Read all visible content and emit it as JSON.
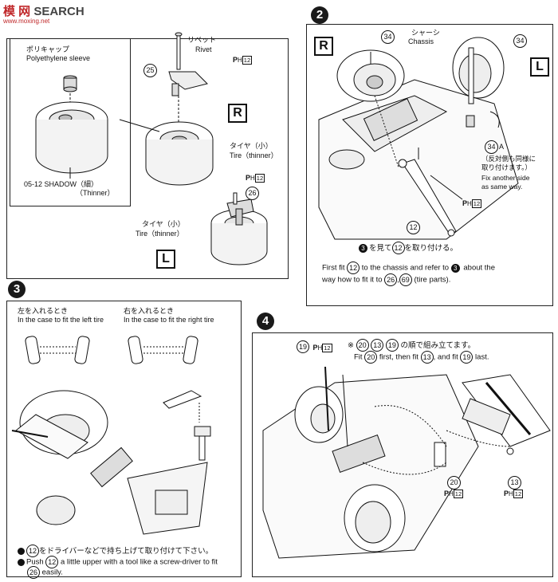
{
  "header": {
    "logo_left": "模 网",
    "logo_right": "SEARCH",
    "url": "www.moxing.net"
  },
  "panel1": {
    "sleeve_jp": "ポリキャップ",
    "sleeve_en": "Polyethylene sleeve",
    "rivet_jp": "リベット",
    "rivet_en": "Rivet",
    "part25": "25",
    "ph": "P",
    "ph_h": "H",
    "ph_num": "12",
    "side_r": "R",
    "tire_small_jp": "タイヤ（小）",
    "tire_thinner": "Tire（thinner）",
    "shadow_label": "05-12 SHADOW（細）",
    "thinner": "（Thinner）",
    "part26": "26",
    "side_l": "L"
  },
  "panel2": {
    "step": "2",
    "side_r": "R",
    "side_l": "L",
    "part34a": "34",
    "part34b": "34",
    "part34c": "34",
    "chassis_jp": "シャーシ",
    "chassis_en": "Chassis",
    "a_label": "A",
    "jp_note_1": "（反対側も同様に",
    "jp_note_2": "取り付けます。）",
    "en_note_1": "Fix another side",
    "en_note_2": "as same way.",
    "part12": "12",
    "ph_num": "12",
    "jp_instr": "を見て",
    "jp_instr2": "を取り付ける。",
    "circ3": "3",
    "circ12": "12",
    "en_instr_1a": "First fit",
    "en_instr_1b": "to the chassis and refer to",
    "en_instr_1c": "about the",
    "en_instr_2a": "way how to fit it to",
    "en_instr_2b": ",",
    "en_instr_2c": "(tire parts).",
    "circ26": "26",
    "circ69": "69"
  },
  "panel3": {
    "step": "3",
    "left_jp": "左を入れるとき",
    "left_en": "In the case to fit the left tire",
    "right_jp": "右を入れるとき",
    "right_en": "In the case to fit the right tire",
    "note_jp": "をドライバーなどで持ち上げて取り付けて下さい。",
    "note_en_a": "Push",
    "note_en_b": "a little upper with a tool like a screw-driver to fit",
    "note_en_c": "easily.",
    "circ12": "12",
    "circ26": "26"
  },
  "panel4": {
    "step": "4",
    "jp_order": "の順で組み立てます。",
    "en_a": "Fit",
    "en_b": "first, then fit",
    "en_c": ", and fit",
    "en_d": "last.",
    "note_mark": "※",
    "p20": "20",
    "p13": "13",
    "p19": "19",
    "ph_num": "12"
  }
}
